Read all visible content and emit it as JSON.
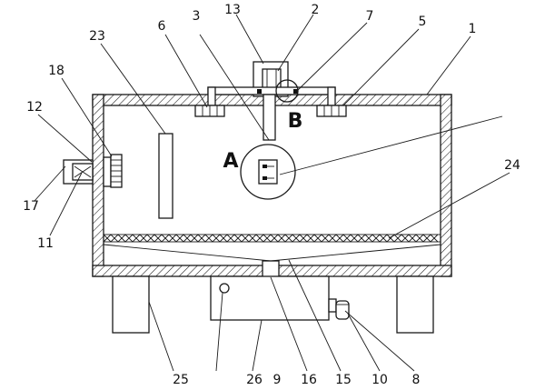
{
  "labels": {
    "l1": "1",
    "l2": "2",
    "l3": "3",
    "l5": "5",
    "l6": "6",
    "l7": "7",
    "l8": "8",
    "l9": "9",
    "l10": "10",
    "l11": "11",
    "l12": "12",
    "l13": "13",
    "l15": "15",
    "l16": "16",
    "l17": "17",
    "l18": "18",
    "l23": "23",
    "l24": "24",
    "l25": "25",
    "l26": "26"
  },
  "details": {
    "a": "A",
    "b": "B"
  }
}
